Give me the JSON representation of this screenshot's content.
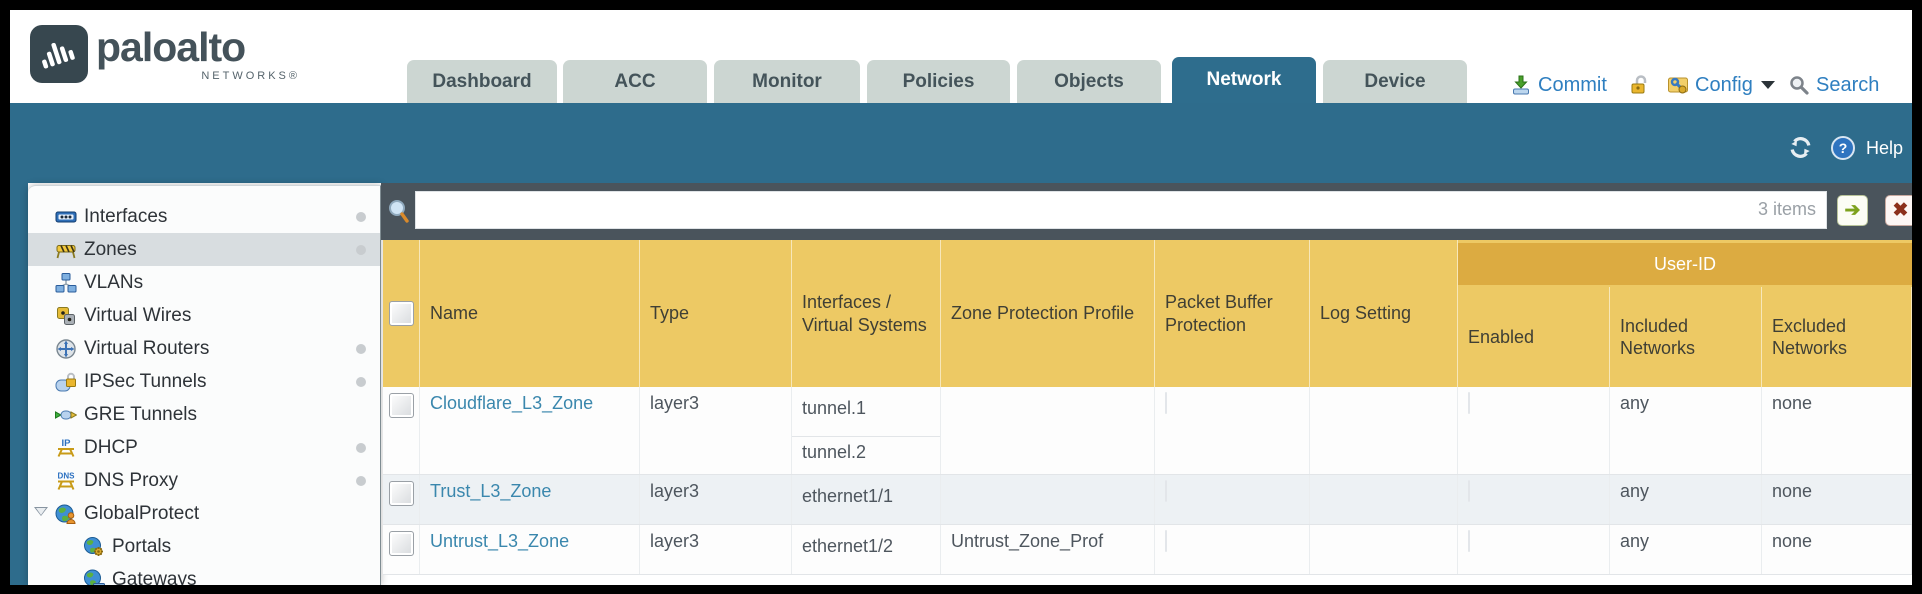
{
  "brand": {
    "name": "paloalto",
    "sub": "NETWORKS®"
  },
  "tabs": [
    {
      "label": "Dashboard",
      "active": false
    },
    {
      "label": "ACC",
      "active": false
    },
    {
      "label": "Monitor",
      "active": false
    },
    {
      "label": "Policies",
      "active": false
    },
    {
      "label": "Objects",
      "active": false
    },
    {
      "label": "Network",
      "active": true
    },
    {
      "label": "Device",
      "active": false
    }
  ],
  "header_actions": {
    "commit": "Commit",
    "config": "Config",
    "search": "Search"
  },
  "band": {
    "help": "Help"
  },
  "sidebar": {
    "items": [
      {
        "label": "Interfaces",
        "icon": "interfaces-icon",
        "dot": true
      },
      {
        "label": "Zones",
        "icon": "zones-icon",
        "dot": true,
        "selected": true
      },
      {
        "label": "VLANs",
        "icon": "vlans-icon"
      },
      {
        "label": "Virtual Wires",
        "icon": "virtual-wires-icon"
      },
      {
        "label": "Virtual Routers",
        "icon": "virtual-routers-icon",
        "dot": true
      },
      {
        "label": "IPSec Tunnels",
        "icon": "ipsec-tunnels-icon",
        "dot": true
      },
      {
        "label": "GRE Tunnels",
        "icon": "gre-tunnels-icon"
      },
      {
        "label": "DHCP",
        "icon": "dhcp-icon",
        "dot": true
      },
      {
        "label": "DNS Proxy",
        "icon": "dns-proxy-icon",
        "dot": true
      },
      {
        "label": "GlobalProtect",
        "icon": "globalprotect-icon",
        "expander": true
      },
      {
        "label": "Portals",
        "icon": "portals-icon",
        "indent": true
      },
      {
        "label": "Gateways",
        "icon": "gateways-icon",
        "indent": true
      }
    ]
  },
  "filter_bar": {
    "value": "",
    "items_count": "3 items"
  },
  "table": {
    "group_header": "User-ID",
    "columns": [
      "Name",
      "Type",
      "Interfaces / Virtual Systems",
      "Zone Protection Profile",
      "Packet Buffer Protection",
      "Log Setting",
      "Enabled",
      "Included Networks",
      "Excluded Networks"
    ],
    "rows": [
      {
        "name": "Cloudflare_L3_Zone",
        "type": "layer3",
        "interfaces": [
          "tunnel.1",
          "tunnel.2"
        ],
        "zone_protection_profile": "",
        "packet_buffer_protection": false,
        "log_setting": "",
        "user_id_enabled": false,
        "included_networks": "any",
        "excluded_networks": "none",
        "shaded": false
      },
      {
        "name": "Trust_L3_Zone",
        "type": "layer3",
        "interfaces": [
          "ethernet1/1"
        ],
        "zone_protection_profile": "",
        "packet_buffer_protection": false,
        "log_setting": "",
        "user_id_enabled": false,
        "included_networks": "any",
        "excluded_networks": "none",
        "shaded": true
      },
      {
        "name": "Untrust_L3_Zone",
        "type": "layer3",
        "interfaces": [
          "ethernet1/2"
        ],
        "zone_protection_profile": "Untrust_Zone_Prof",
        "packet_buffer_protection": false,
        "log_setting": "",
        "user_id_enabled": false,
        "included_networks": "any",
        "excluded_networks": "none",
        "shaded": false
      }
    ]
  },
  "colors": {
    "teal": "#2e6c8c",
    "toolbar": "#4a545c",
    "header_gold": "#edc964",
    "group_gold": "#dcab41",
    "tab_inactive": "#ccd6d2",
    "link_blue": "#3a87ad",
    "action_blue": "#2f7fc0",
    "shaded_row": "#edf1f4"
  }
}
